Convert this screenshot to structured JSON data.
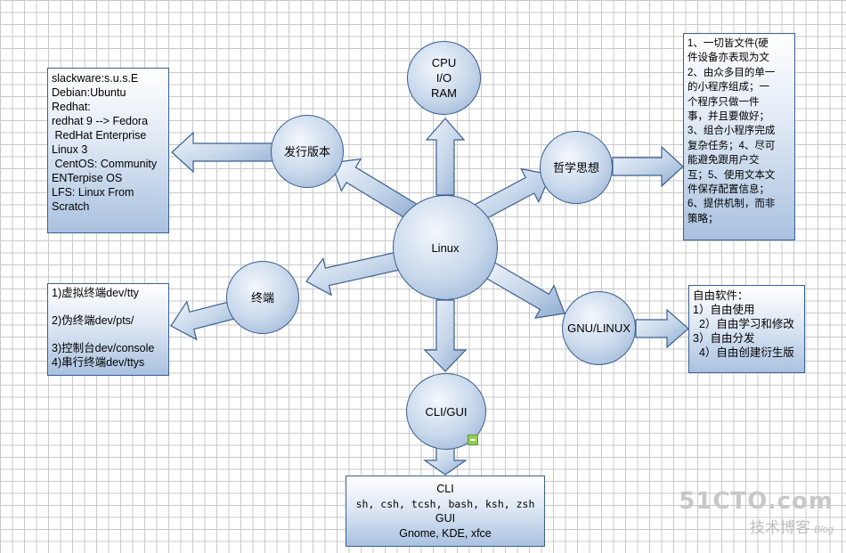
{
  "center": {
    "label": "Linux"
  },
  "nodes": {
    "cpu": [
      "CPU",
      "I/O",
      "RAM"
    ],
    "distro": "发行版本",
    "philosophy": "哲学思想",
    "terminal": "终端",
    "gnu": "GNU/LINUX",
    "cli": "CLI/GUI"
  },
  "boxes": {
    "distro": [
      "slackware:s.u.s.E",
      "Debian:Ubuntu",
      "Redhat:",
      "redhat 9 --> Fedora",
      " RedHat Enterprise",
      "Linux 3",
      " CentOS: Community",
      "ENTerpise OS",
      "LFS: Linux From",
      "Scratch"
    ],
    "philosophy": [
      "1、一切皆文件(硬",
      "件设备亦表现为文",
      "2、由众多目的单一",
      "的小程序组成；一",
      "个程序只做一件",
      "事，并且要做好；",
      "3、组合小程序完成",
      "复杂任务；4、尽可",
      "能避免跟用户交",
      "互；5、使用文本文",
      "件保存配置信息；",
      "6、提供机制，而非",
      "策略；"
    ],
    "terminal": [
      "1)虚拟终端dev/tty",
      "",
      "2)伪终端dev/pts/",
      "",
      "3)控制台dev/console",
      "4)串行终端dev/ttys"
    ],
    "gnu": [
      "自由软件：",
      "1）自由使用",
      "  2）自由学习和修改",
      "3）自由分发",
      "  4）自由创建衍生版"
    ],
    "cli": [
      "CLI",
      "sh, csh, tcsh, bash, ksh, zsh",
      "GUI",
      "Gnome, KDE, xfce"
    ]
  },
  "watermark": {
    "site": "51CTO.com",
    "sub": "技术博客",
    "blog": "Blog"
  }
}
